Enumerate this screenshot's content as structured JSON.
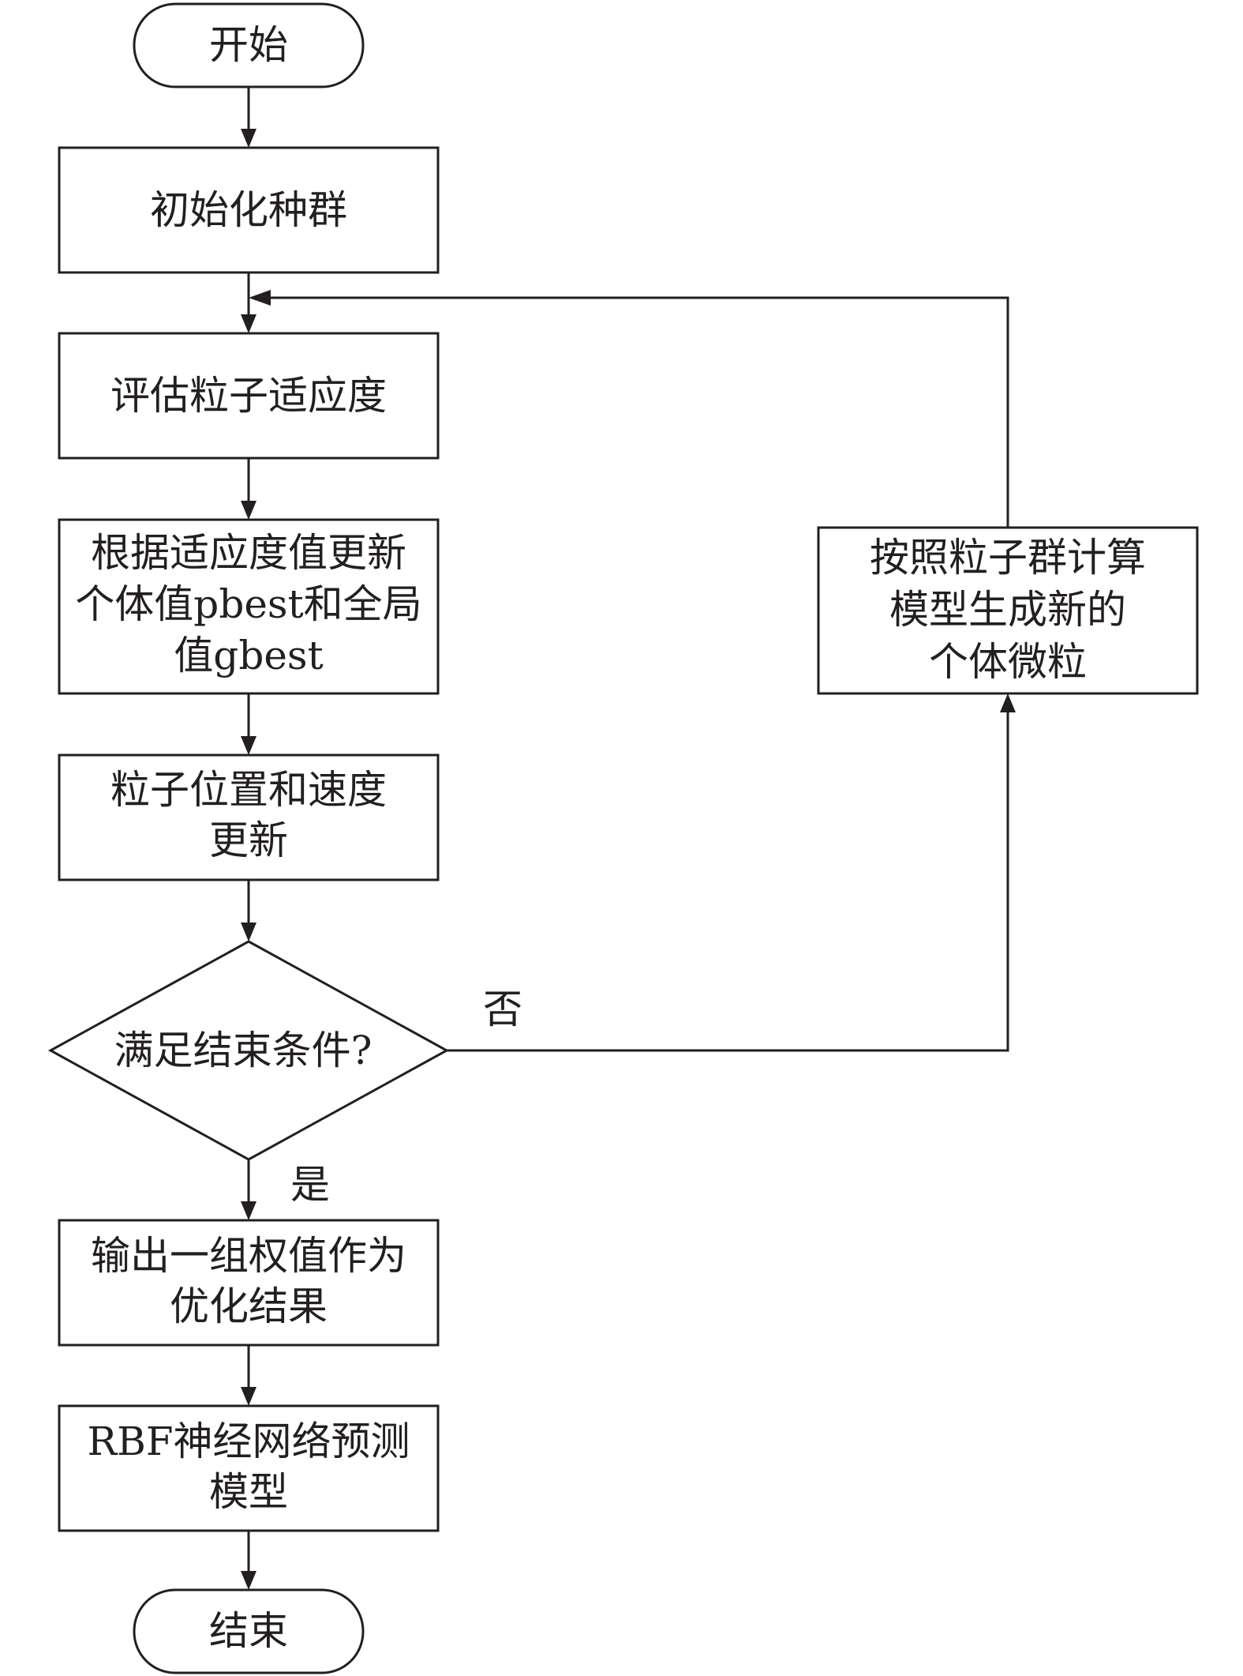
{
  "nodes": {
    "start": "开始",
    "init": "初始化种群",
    "evaluate": "评估粒子适应度",
    "update_best": [
      "根据适应度值更新",
      "个体值pbest和全局",
      "值gbest"
    ],
    "update_pos": [
      "粒子位置和速度",
      "更新"
    ],
    "decision": "满足结束条件?",
    "output": [
      "输出一组权值作为",
      "优化结果"
    ],
    "rbf": [
      "RBF神经网络预测",
      "模型"
    ],
    "end": "结束",
    "generate": [
      "按照粒子群计算",
      "模型生成新的",
      "个体微粒"
    ]
  },
  "edges": {
    "no_label": "否",
    "yes_label": "是"
  }
}
